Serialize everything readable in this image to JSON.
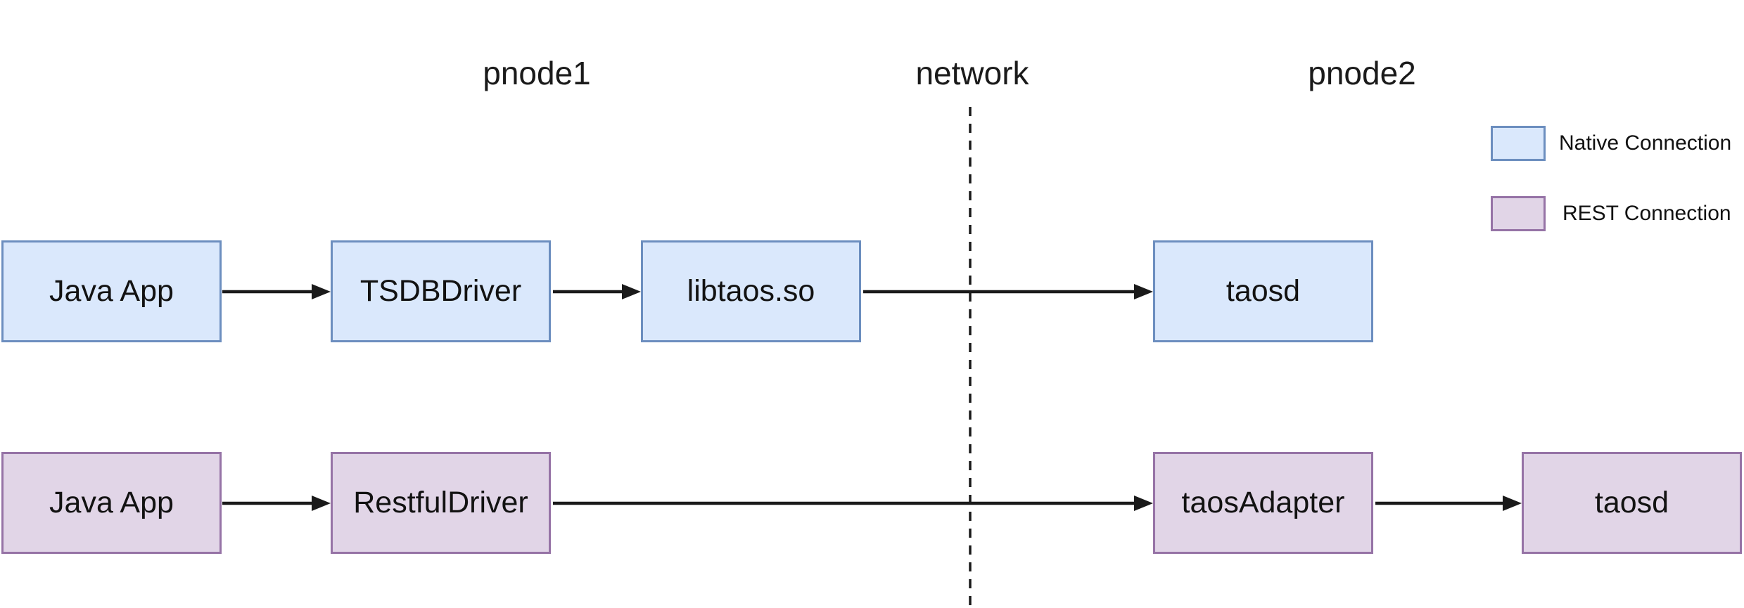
{
  "diagram": {
    "zones": {
      "pnode1": "pnode1",
      "network": "network",
      "pnode2": "pnode2"
    },
    "legend": {
      "native": {
        "label": "Native Connection",
        "fill": "#dae8fc",
        "border": "#6c8ebf"
      },
      "rest": {
        "label": "REST Connection",
        "fill": "#e1d5e7",
        "border": "#9673a6"
      }
    },
    "nodes": {
      "native": [
        "Java App",
        "TSDBDriver",
        "libtaos.so",
        "taosd"
      ],
      "rest": [
        "Java App",
        "RestfulDriver",
        "taosAdapter",
        "taosd"
      ]
    },
    "edges": [
      {
        "from": "Java App",
        "to": "TSDBDriver",
        "type": "native"
      },
      {
        "from": "TSDBDriver",
        "to": "libtaos.so",
        "type": "native"
      },
      {
        "from": "libtaos.so",
        "to": "taosd",
        "type": "native"
      },
      {
        "from": "Java App",
        "to": "RestfulDriver",
        "type": "rest"
      },
      {
        "from": "RestfulDriver",
        "to": "taosAdapter",
        "type": "rest"
      },
      {
        "from": "taosAdapter",
        "to": "taosd",
        "type": "rest"
      }
    ],
    "colors": {
      "arrow": "#1a1a1a",
      "divider": "#1a1a1a",
      "text": "#121212",
      "background": "#ffffff"
    }
  }
}
